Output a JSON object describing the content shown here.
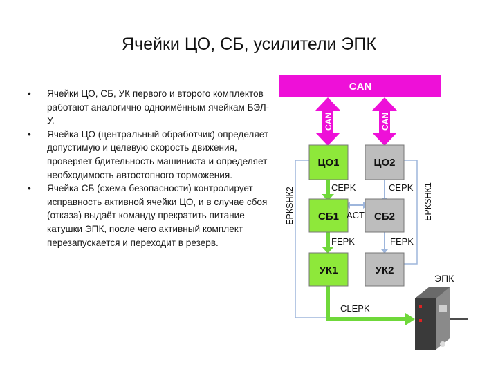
{
  "title": "Ячейки ЦО, СБ, усилители ЭПК",
  "bullets": [
    "Ячейки ЦО, СБ, УК первого и второго комплектов работают аналогично одноимённым ячейкам БЭЛ-У.",
    "Ячейка ЦО (центральный обработчик) определяет допустимую и целевую скорость движения, проверяет бдительность машиниста и определяет необходимость автостопного торможения.",
    "Ячейка СБ (схема безопасности) контролирует исправность активной ячейки ЦО, и в случае сбоя (отказа) выдаёт команду прекратить питание катушки ЭПК, после чего активный комплект перезапускается и переходит в резерв."
  ],
  "bullet_symbol": "•",
  "diagram": {
    "can_bus": "CAN",
    "can_arrow_1": "CAN",
    "can_arrow_2": "CAN",
    "co1": "ЦО1",
    "co2": "ЦО2",
    "sb1": "СБ1",
    "sb2": "СБ2",
    "uk1": "УК1",
    "uk2": "УК2",
    "serk_left": "CEPK",
    "serk_right": "CEPK",
    "ferk_left": "FEPK",
    "ferk_right": "FEPK",
    "act": "ACT",
    "clerk": "CLEPK",
    "erksnk2": "ЕРКSНК2",
    "erksnk1": "ЕРКSНК1",
    "epk": "ЭПК"
  },
  "colors": {
    "can_magenta": "#ee10d8",
    "green_box": "#8ee83a",
    "gray_box": "#bdbdbd",
    "arrow_blue": "#9eb6dc",
    "arrow_green": "#6fd83a"
  }
}
